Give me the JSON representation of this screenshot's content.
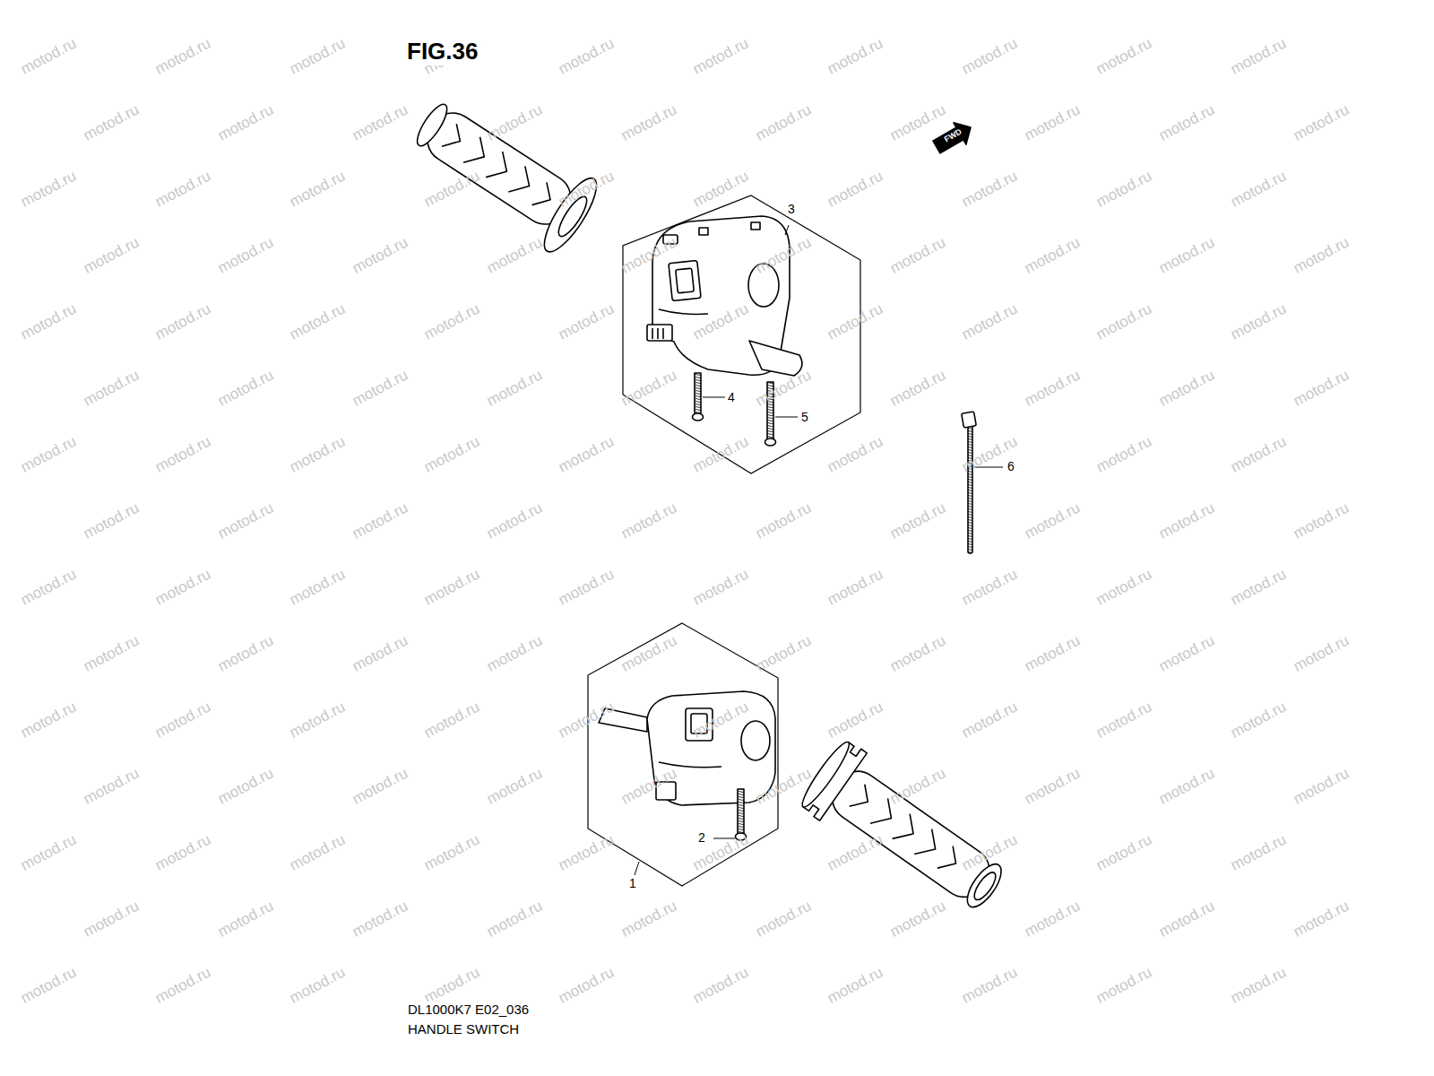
{
  "diagram": {
    "title": "FIG.36",
    "nodes": [
      {
        "text": [
          "3",
          "4",
          "5"
        ]
      },
      {
        "text": [
          "1",
          "2"
        ]
      }
    ],
    "labels": [
      "FWD",
      "6",
      "DL1000K7 E02_036",
      "HANDLE SWITCH",
      "motod.ru",
      "motod.ru",
      "motod.ru",
      "motod.ru",
      "motod.ru",
      "motod.ru",
      "motod.ru",
      "motod.ru",
      "motod.ru",
      "motod.ru",
      "motod.ru",
      "motod.ru",
      "motod.ru",
      "motod.ru",
      "motod.ru",
      "motod.ru",
      "motod.ru",
      "motod.ru",
      "motod.ru",
      "motod.ru",
      "motod.ru",
      "motod.ru",
      "motod.ru",
      "motod.ru",
      "motod.ru",
      "motod.ru",
      "motod.ru",
      "motod.ru",
      "motod.ru",
      "motod.ru",
      "motod.ru",
      "motod.ru",
      "motod.ru",
      "motod.ru",
      "motod.ru",
      "motod.ru",
      "motod.ru",
      "motod.ru",
      "motod.ru",
      "motod.ru",
      "motod.ru",
      "motod.ru",
      "motod.ru",
      "motod.ru",
      "motod.ru",
      "motod.ru",
      "motod.ru",
      "motod.ru",
      "motod.ru",
      "motod.ru",
      "motod.ru",
      "motod.ru",
      "motod.ru",
      "motod.ru",
      "motod.ru",
      "motod.ru",
      "motod.ru",
      "motod.ru",
      "motod.ru",
      "motod.ru",
      "motod.ru",
      "motod.ru",
      "motod.ru",
      "motod.ru",
      "motod.ru",
      "motod.ru",
      "motod.ru",
      "motod.ru",
      "motod.ru",
      "motod.ru",
      "motod.ru",
      "motod.ru",
      "motod.ru",
      "motod.ru",
      "motod.ru",
      "motod.ru",
      "motod.ru",
      "motod.ru",
      "motod.ru",
      "motod.ru",
      "motod.ru",
      "motod.ru",
      "motod.ru",
      "motod.ru",
      "motod.ru",
      "motod.ru",
      "motod.ru",
      "motod.ru",
      "motod.ru",
      "motod.ru",
      "motod.ru",
      "motod.ru",
      "motod.ru",
      "motod.ru",
      "motod.ru",
      "motod.ru",
      "motod.ru",
      "motod.ru",
      "motod.ru",
      "motod.ru",
      "motod.ru",
      "motod.ru",
      "motod.ru",
      "motod.ru",
      "motod.ru",
      "motod.ru",
      "motod.ru",
      "motod.ru",
      "motod.ru",
      "motod.ru",
      "motod.ru",
      "motod.ru",
      "motod.ru",
      "motod.ru",
      "motod.ru",
      "motod.ru",
      "motod.ru",
      "motod.ru",
      "motod.ru",
      "motod.ru",
      "motod.ru",
      "motod.ru",
      "motod.ru",
      "motod.ru",
      "motod.ru",
      "motod.ru",
      "motod.ru",
      "motod.ru",
      "motod.ru",
      "motod.ru",
      "motod.ru",
      "motod.ru",
      "motod.ru",
      "motod.ru",
      "motod.ru",
      "motod.ru",
      "motod.ru",
      "motod.ru",
      "motod.ru",
      "motod.ru",
      "motod.ru",
      "motod.ru",
      "motod.ru",
      "motod.ru",
      "motod.ru",
      "motod.ru",
      "motod.ru",
      "motod.ru",
      "motod.ru",
      "motod.ru"
    ]
  }
}
